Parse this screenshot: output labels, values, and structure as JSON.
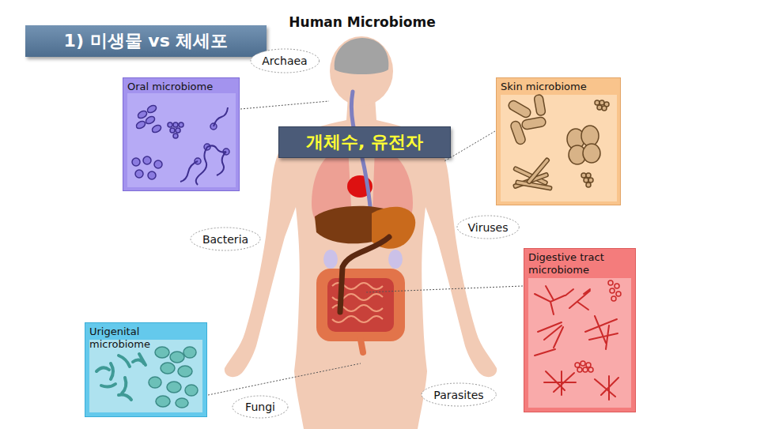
{
  "diagram": {
    "title": "Human Microbiome",
    "nodes": [
      {
        "text": [
          "1) 미생물 vs 체세포"
        ]
      },
      {
        "text": [
          "Archaea"
        ]
      },
      {
        "text": [
          "Oral microbiome"
        ]
      },
      {
        "text": [
          "Skin microbiome"
        ]
      },
      {
        "text": [
          "개체수, 유전자"
        ]
      },
      {
        "text": [
          "Bacteria"
        ]
      },
      {
        "text": [
          "Viruses"
        ]
      },
      {
        "text": [
          "Digestive tract microbiome"
        ]
      },
      {
        "text": [
          "Urigenital microbiome"
        ]
      },
      {
        "text": [
          "Parasites"
        ]
      },
      {
        "text": [
          "Fungi"
        ]
      }
    ]
  }
}
